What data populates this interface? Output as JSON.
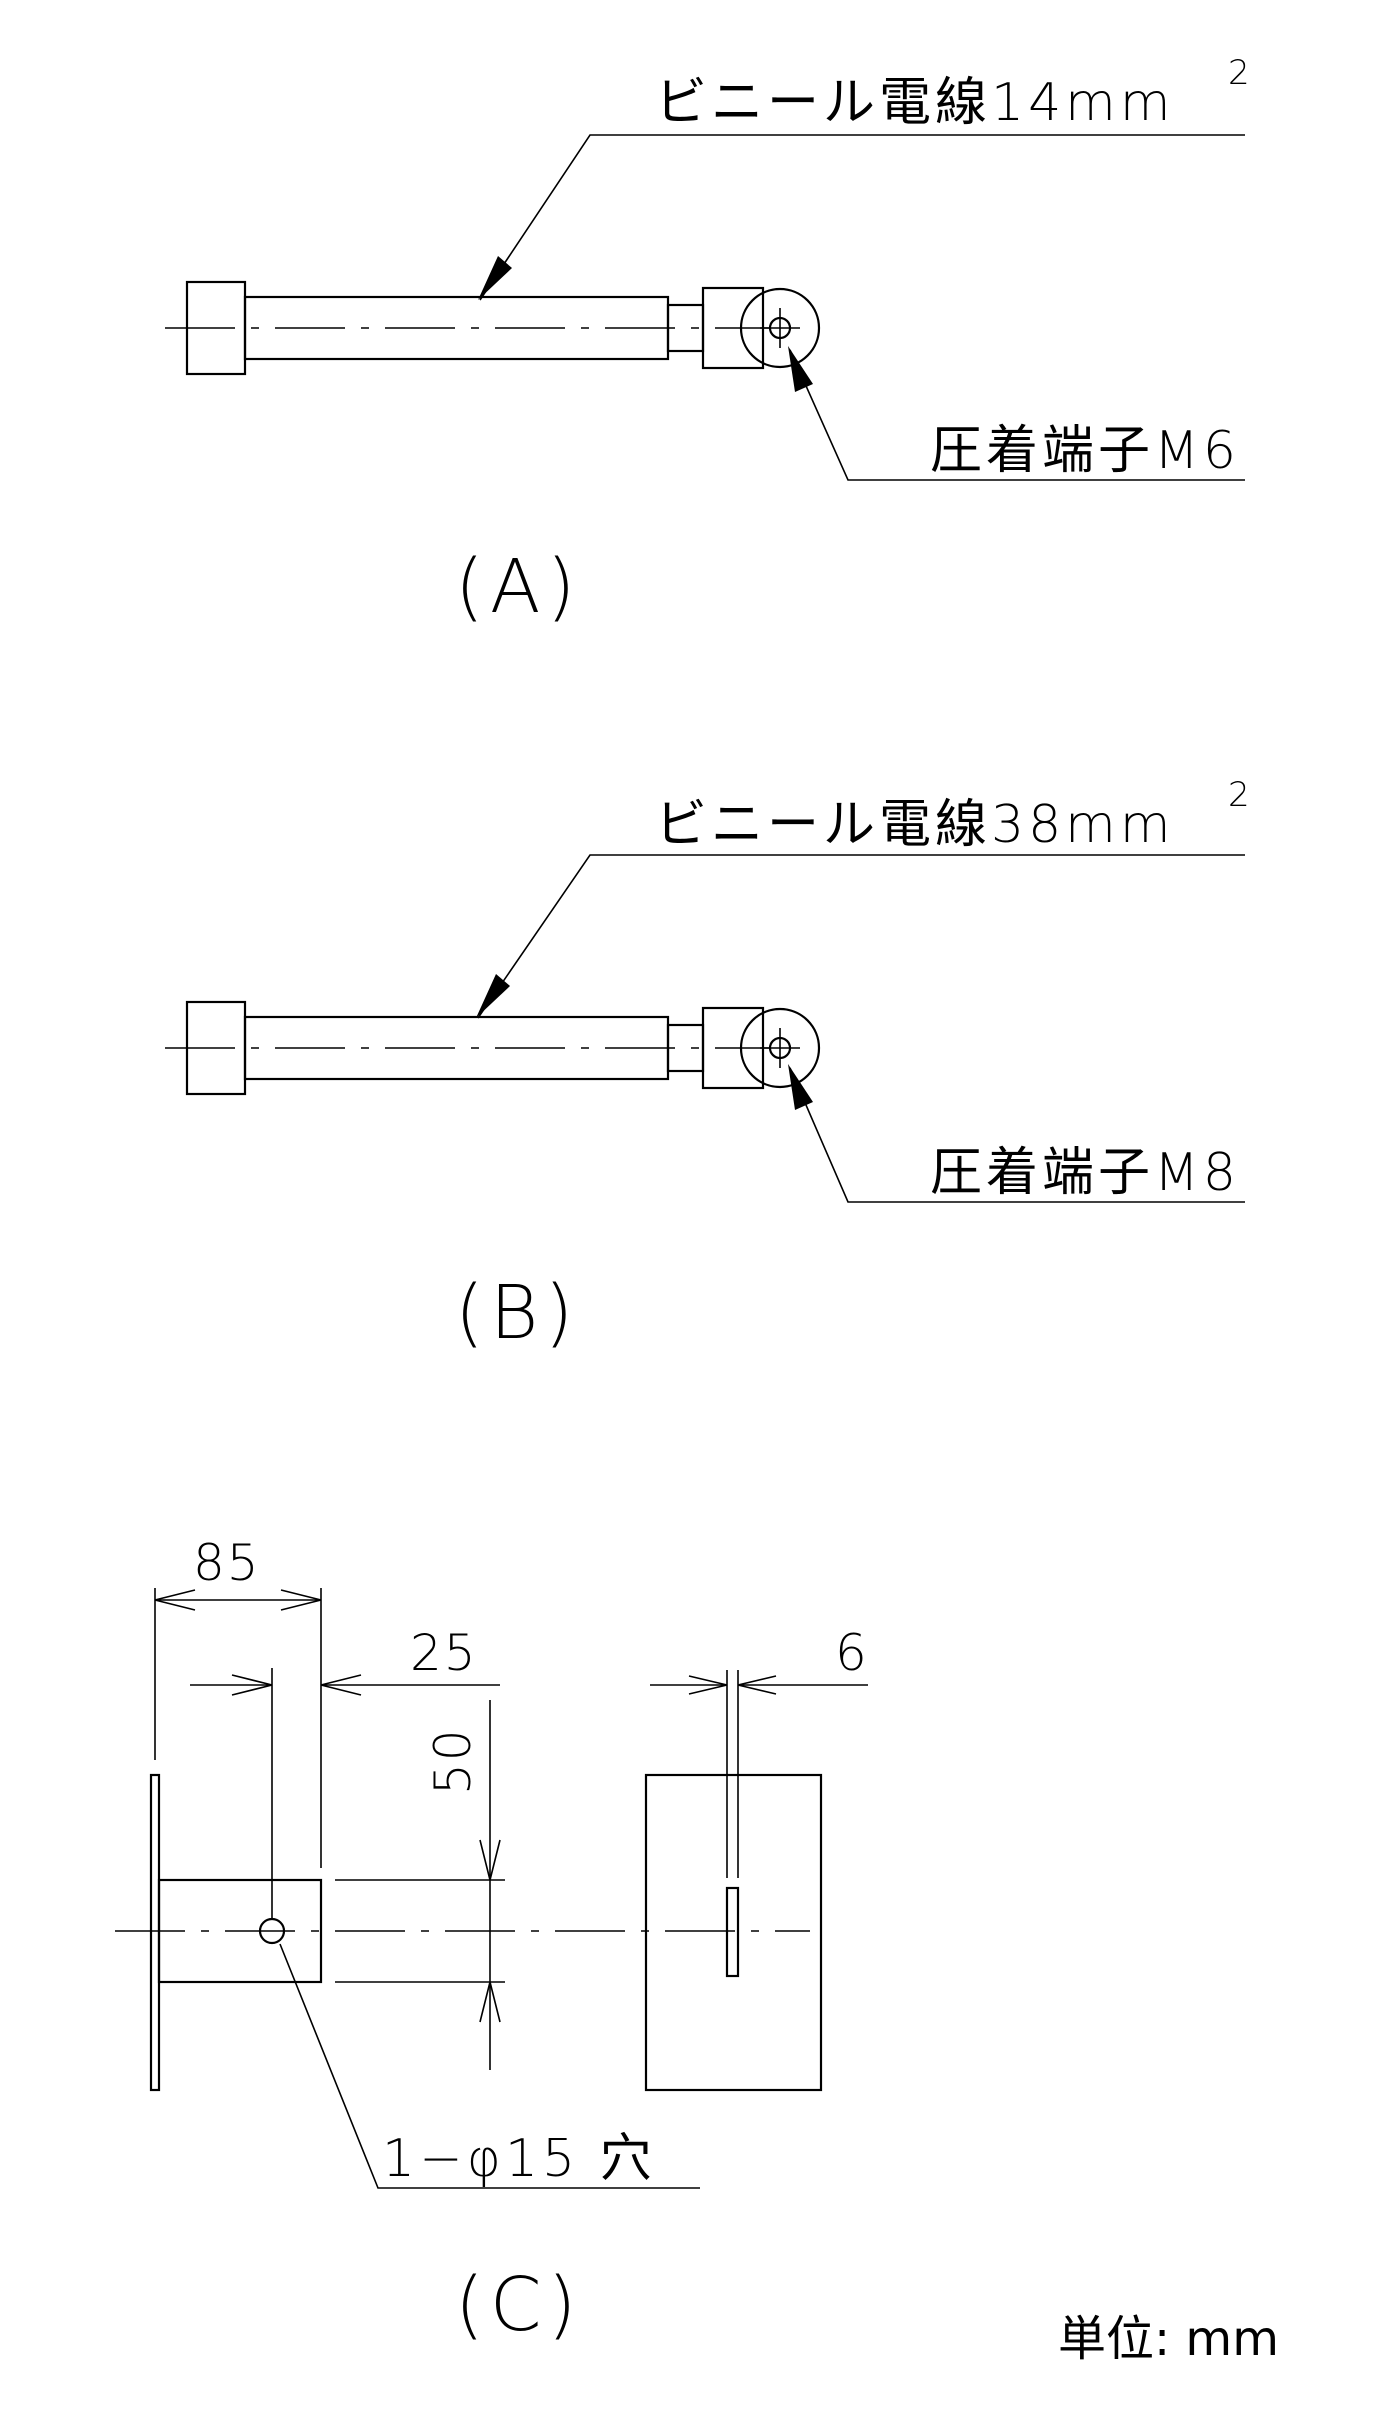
{
  "figure_a": {
    "wire_label": "ビニール電線14mm",
    "wire_label_sup": "2",
    "terminal_label": "圧着端子M6",
    "caption": "(A)"
  },
  "figure_b": {
    "wire_label": "ビニール電線38mm",
    "wire_label_sup": "2",
    "terminal_label": "圧着端子M8",
    "caption": "(B)"
  },
  "figure_c": {
    "dim_85": "85",
    "dim_25": "25",
    "dim_50": "50",
    "dim_6": "6",
    "hole_label": "1−φ15 穴",
    "caption": "(C)"
  },
  "unit_label": "単位: mm"
}
